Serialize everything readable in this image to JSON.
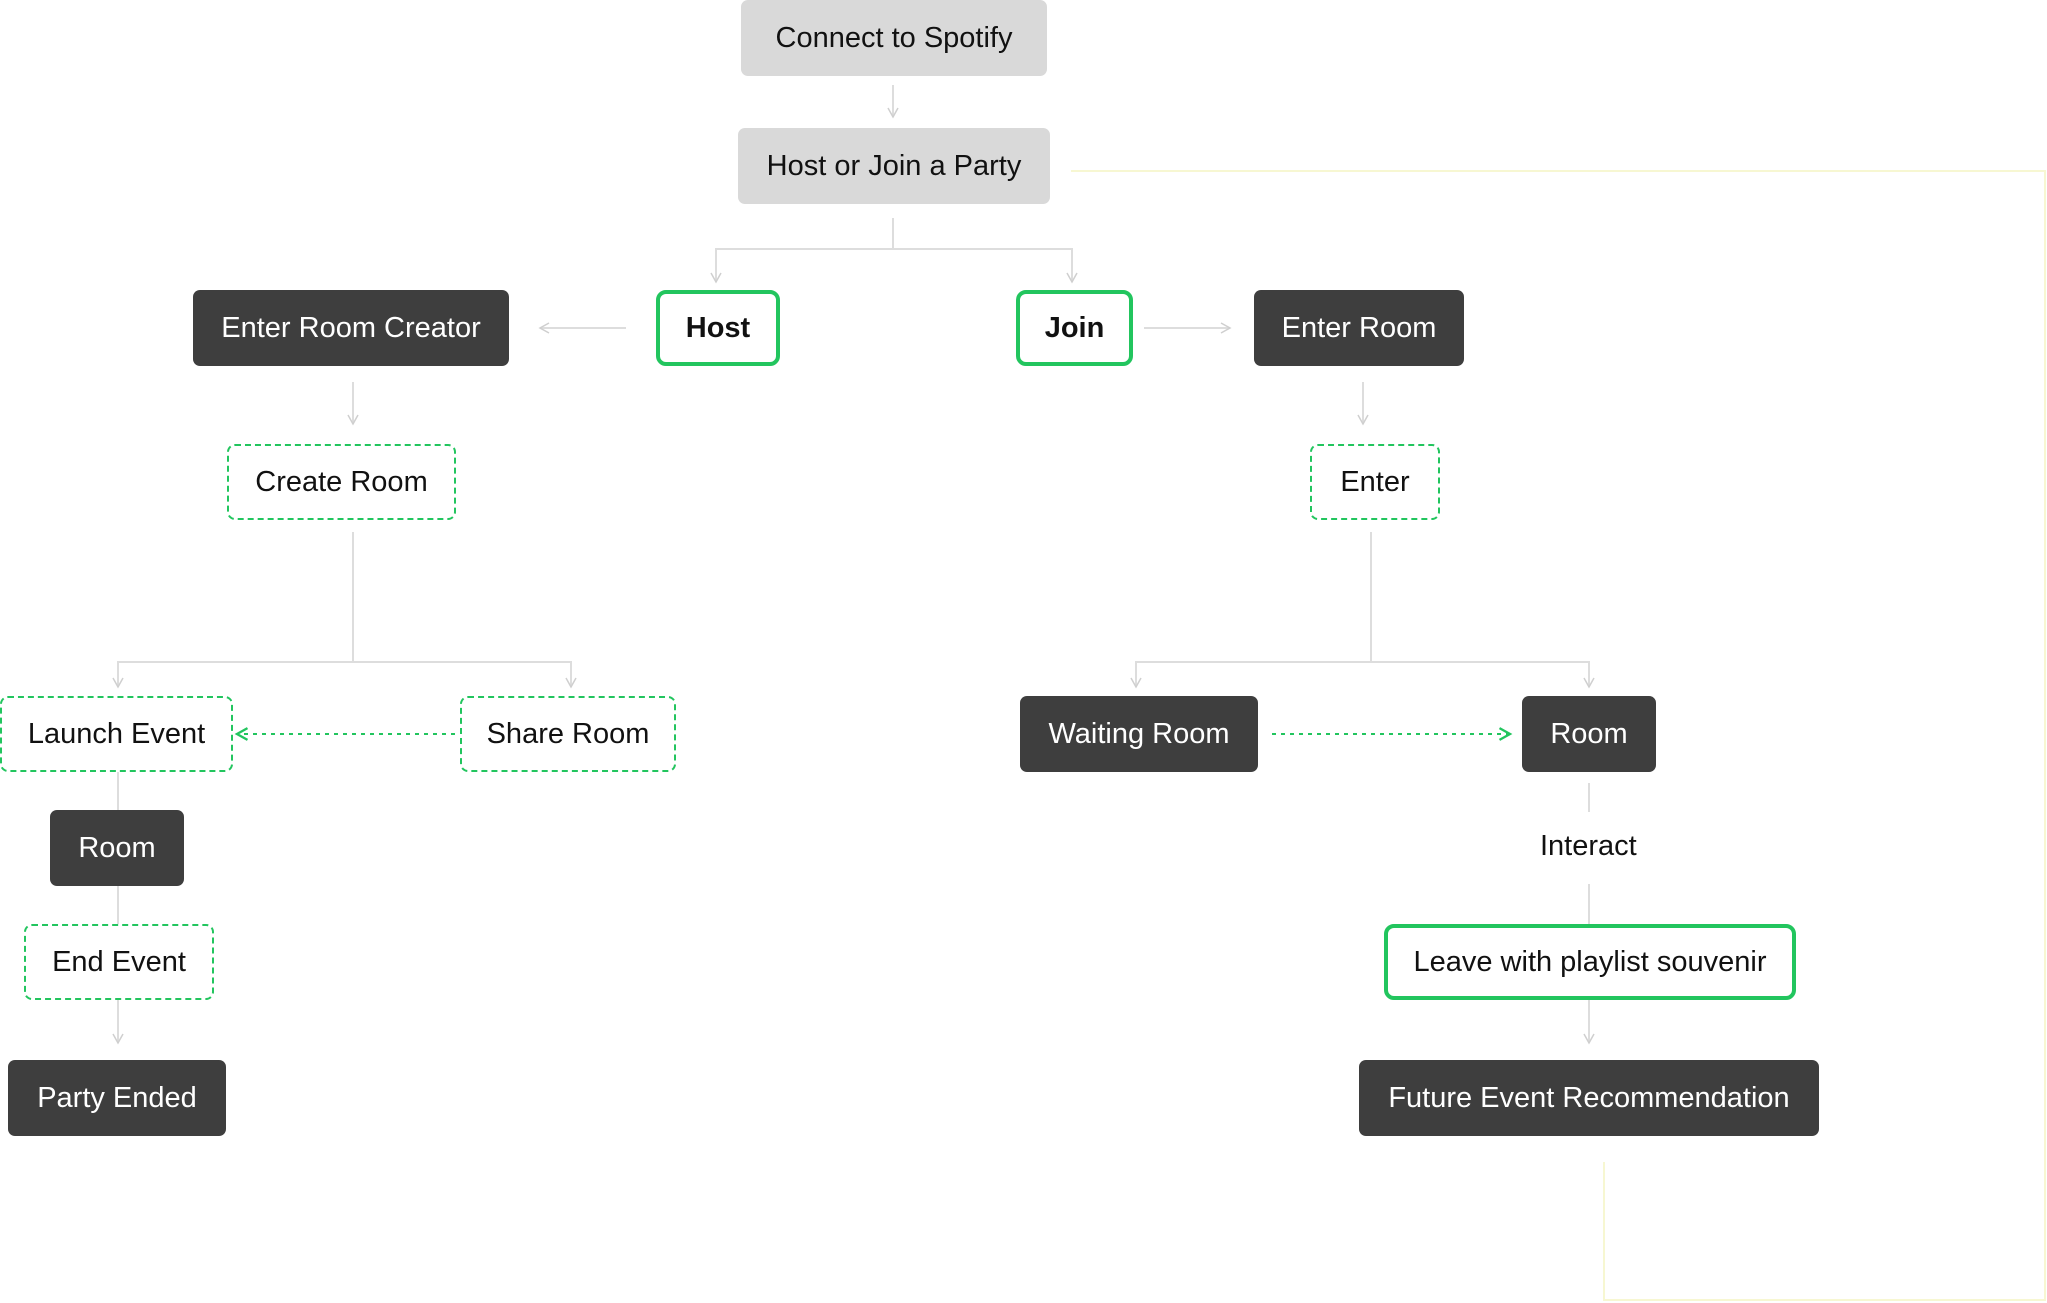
{
  "nodes": {
    "connect": "Connect to Spotify",
    "host_or_join": "Host or Join a Party",
    "host": "Host",
    "join": "Join",
    "enter_room_creator": "Enter Room Creator",
    "enter_room": "Enter Room",
    "create_room": "Create Room",
    "enter": "Enter",
    "launch_event": "Launch Event",
    "share_room": "Share Room",
    "waiting_room": "Waiting Room",
    "room_join": "Room",
    "room_host": "Room",
    "end_event": "End Event",
    "party_ended": "Party Ended",
    "leave_playlist": "Leave with playlist souvenir",
    "future_event": "Future Event Recommendation"
  },
  "edge_labels": {
    "interact": "Interact"
  },
  "colors": {
    "accent_green": "#22c55e",
    "node_dark": "#3e3e3e",
    "node_light": "#d9d9d9",
    "connector": "#dddddd",
    "loop_line": "#f7f7d2"
  }
}
